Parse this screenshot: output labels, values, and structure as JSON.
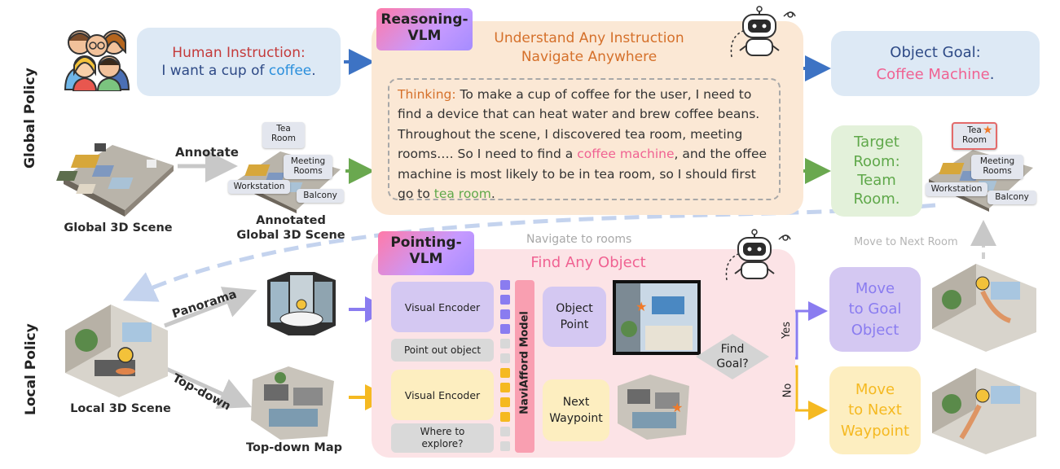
{
  "side_labels": {
    "global": "Global Policy",
    "local": "Local Policy"
  },
  "human": {
    "title": "Human Instruction:",
    "text_before": "I want a cup of ",
    "text_hl": "coffee",
    "text_after": "."
  },
  "reasoning": {
    "badge_line1": "Reasoning-",
    "badge_line2": "VLM",
    "title_line1": "Understand Any Instruction",
    "title_line2": "Navigate Anywhere",
    "thinking_label": "Thinking:",
    "thinking_1": " To make a cup of coffee for the user, I need to find a device that can heat water and brew coffee beans. Throughout the scene, I discovered tea room, meeting rooms…. So I need to find a ",
    "thinking_hl1": "coffee machine",
    "thinking_2": ", and the offee machine is most likely to be in tea room, so I should first go to ",
    "thinking_hl2": "tea room",
    "thinking_3": "."
  },
  "object_goal": {
    "line1": "Object Goal:",
    "value": "Coffee Machine",
    "suffix": "."
  },
  "target_room": {
    "line1": "Target",
    "line2": "Room:",
    "line3": "Team",
    "line4": "Room."
  },
  "global_scene": {
    "annotate": "Annotate",
    "caption": "Global 3D Scene",
    "annotated_line1": "Annotated",
    "annotated_line2": "Global 3D Scene"
  },
  "room_tags": {
    "tea": "Tea Room",
    "meeting": "Meeting Rooms",
    "workstation": "Workstation",
    "balcony": "Balcony"
  },
  "navigate_to_rooms": "Navigate to rooms",
  "move_next_room": "Move to Next Room",
  "pointing": {
    "badge_line1": "Pointing-",
    "badge_line2": "VLM",
    "title": "Find Any Object",
    "visual_encoder_1": "Visual Encoder",
    "point_out": "Point out object",
    "visual_encoder_2": "Visual Encoder",
    "where_line1": "Where to",
    "where_line2": "explore?",
    "model": "NaviAfford Model",
    "object_point_line1": "Object",
    "object_point_line2": "Point",
    "next_wp_line1": "Next",
    "next_wp_line2": "Waypoint",
    "find_goal_line1": "Find",
    "find_goal_line2": "Goal?",
    "yes": "Yes",
    "no": "No"
  },
  "local_scene": {
    "panorama": "Panorama",
    "topdown": "Top-down",
    "caption": "Local 3D Scene",
    "topdown_map": "Top-down Map"
  },
  "move_goal": {
    "line1": "Move",
    "line2": "to Goal",
    "line3": "Object"
  },
  "move_waypoint": {
    "line1": "Move",
    "line2": "to Next",
    "line3": "Waypoint"
  },
  "colors": {
    "purple": "#8a7cf0",
    "yellow": "#f5b921",
    "blue": "#3d73c4",
    "green": "#6aa84f",
    "pink_text": "#f06292",
    "orange_text": "#d5702a"
  }
}
